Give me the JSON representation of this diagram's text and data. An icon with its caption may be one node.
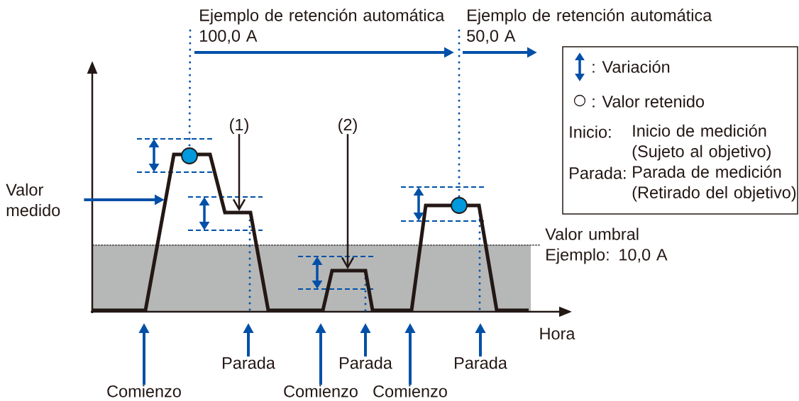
{
  "diagram": {
    "nodes": [
      {
        "text": [
          "Valor medido"
        ]
      },
      {
        "text": [
          "(1)"
        ]
      },
      {
        "text": [
          "(2)"
        ]
      },
      {
        "text": [
          "Comienzo"
        ]
      },
      {
        "text": [
          "Parada"
        ]
      },
      {
        "text": [
          "Comienzo"
        ]
      },
      {
        "text": [
          "Parada"
        ]
      },
      {
        "text": [
          "Comienzo"
        ]
      },
      {
        "text": [
          "Parada"
        ]
      },
      {
        "text": [
          "Ejemplo de retención automática 100,0 A"
        ]
      },
      {
        "text": [
          "Ejemplo de retención automática 50,0 A"
        ]
      },
      {
        "text": [],
        "shape": "circle"
      },
      {
        "text": [],
        "shape": "circle"
      }
    ],
    "edges": [
      {
        "from": 0,
        "to": null,
        "arrow": "to"
      },
      {
        "from": 1,
        "to": null,
        "arrow": "to",
        "color": "#231815"
      },
      {
        "from": 2,
        "to": null,
        "arrow": "to",
        "color": "#231815"
      },
      {
        "from": 3,
        "to": null,
        "arrow": "to"
      },
      {
        "from": 4,
        "to": null,
        "arrow": "to"
      },
      {
        "from": 5,
        "to": null,
        "arrow": "to"
      },
      {
        "from": 6,
        "to": null,
        "arrow": "to"
      },
      {
        "from": 7,
        "to": null,
        "arrow": "to"
      },
      {
        "from": 8,
        "to": null,
        "arrow": "to"
      },
      {
        "from": 9,
        "to": 11,
        "arrow": "none",
        "style": "dashed"
      },
      {
        "from": 10,
        "to": 12,
        "arrow": "none",
        "style": "dashed"
      }
    ],
    "labels": [
      "Inicio:",
      "Inicio de medición (Sujeto al objetivo)",
      "Parada:",
      "Parada de medición (Retirado del objetivo)",
      "Valor umbral Ejemplo: 10,0 A",
      "Hora"
    ],
    "legend": [
      {
        "text": ": Variación"
      },
      {
        "text": ": Valor retenido"
      }
    ]
  }
}
